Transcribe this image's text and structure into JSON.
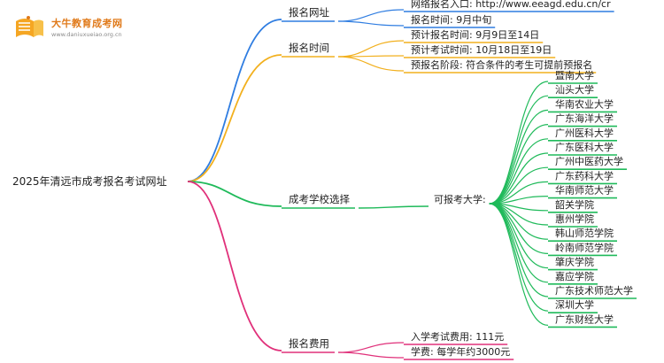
{
  "logo": {
    "title": "大牛教育成考网",
    "url": "www.daniuxueiao.org.cn"
  },
  "root": {
    "label": "2025年清远市成考报名考试网址"
  },
  "branches": [
    {
      "label": "报名网址",
      "color": "#2f7de1",
      "leaves": [
        "网络报名入口: http://www.eeagd.edu.cn/cr",
        "报名时间: 9月中旬"
      ]
    },
    {
      "label": "报名时间",
      "color": "#f2b01e",
      "leaves": [
        "预计报名时间: 9月9日至14日",
        "预计考试时间: 10月18日至19日",
        "预报名阶段: 符合条件的考生可提前预报名"
      ]
    },
    {
      "label": "成考学校选择",
      "color": "#1fba5a",
      "sub_label": "可报考大学:",
      "leaves": [
        "暨南大学",
        "汕头大学",
        "华南农业大学",
        "广东海洋大学",
        "广州医科大学",
        "广东医科大学",
        "广州中医药大学",
        "广东药科大学",
        "华南师范大学",
        "韶关学院",
        "惠州学院",
        "韩山师范学院",
        "岭南师范学院",
        "肇庆学院",
        "嘉应学院",
        "广东技术师范大学",
        "深圳大学",
        "广东财经大学"
      ]
    },
    {
      "label": "报名费用",
      "color": "#e0307a",
      "leaves": [
        "入学考试费用: 111元",
        "学费: 每学年约3000元"
      ]
    }
  ]
}
